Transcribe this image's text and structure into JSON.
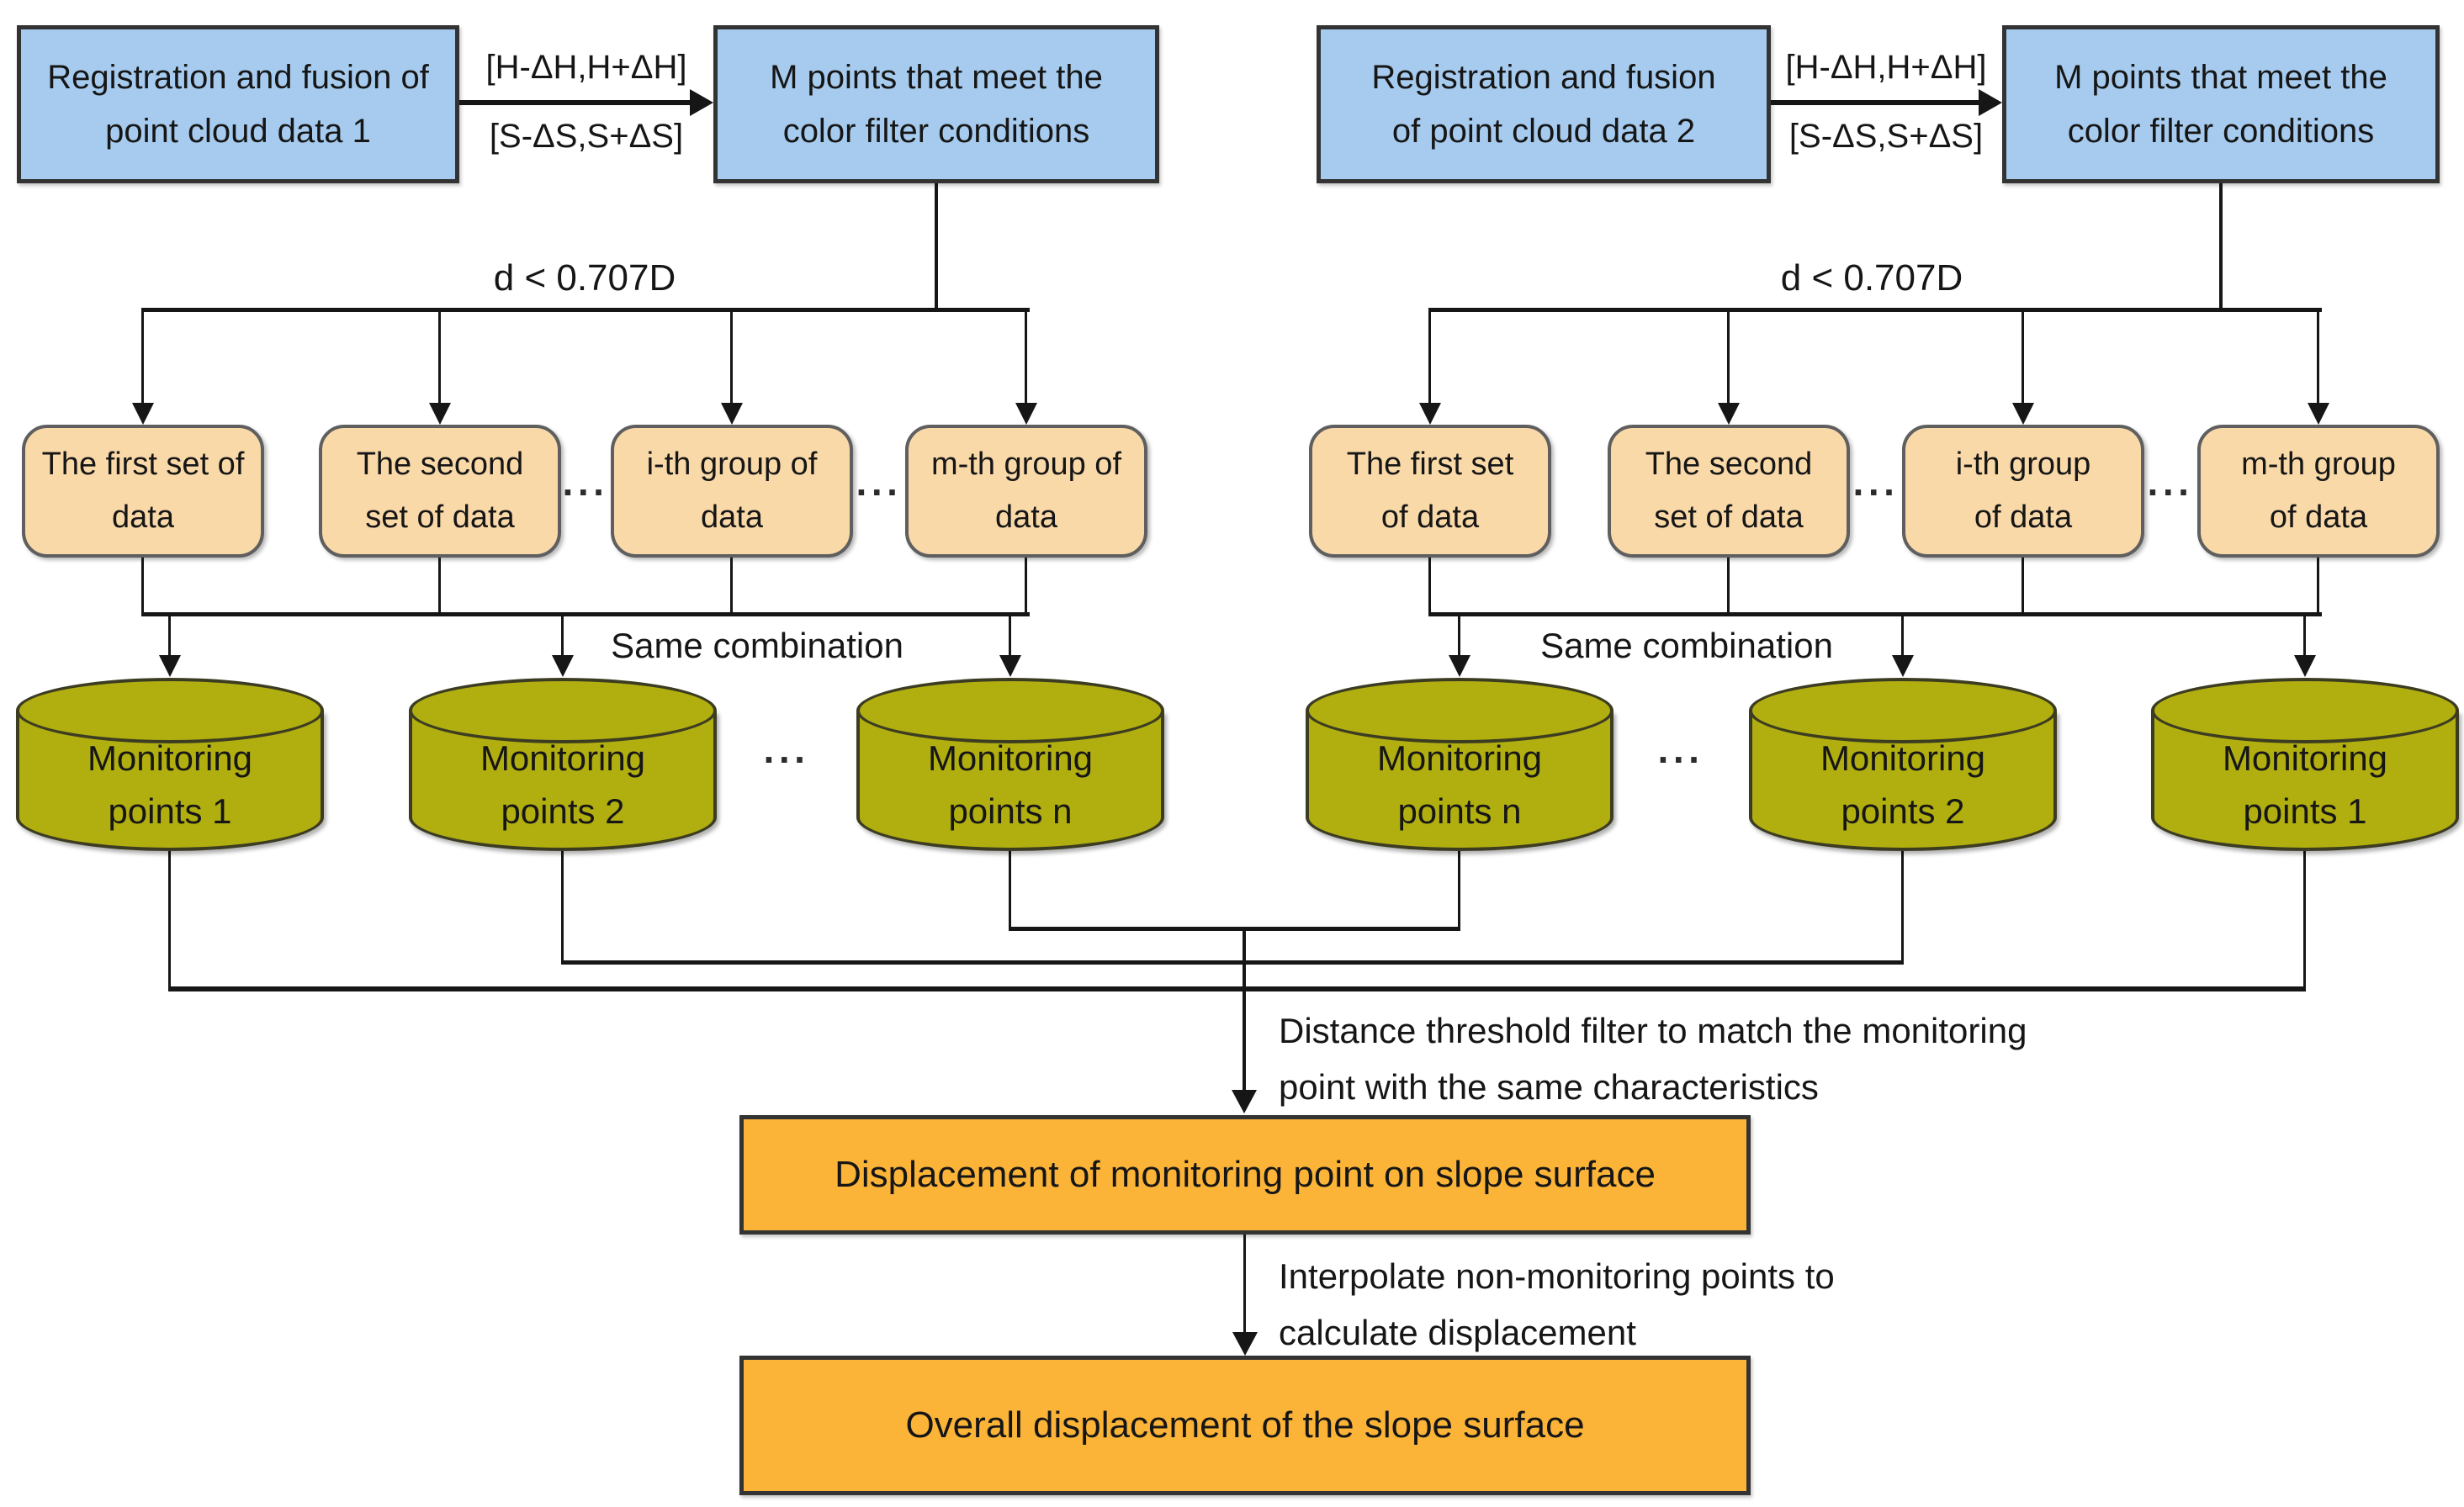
{
  "left": {
    "source_box": [
      "Registration and fusion of",
      "point cloud data 1"
    ],
    "interval_top": "[H-ΔH,H+ΔH]",
    "interval_bottom": "[S-ΔS,S+ΔS]",
    "filter_box": [
      "M points that meet the",
      "color filter conditions"
    ],
    "threshold_label": "d < 0.707D",
    "groups": [
      [
        "The first set of",
        "data"
      ],
      [
        "The second",
        "set of data"
      ],
      [
        "i-th group of",
        "data"
      ],
      [
        "m-th group of",
        "data"
      ]
    ],
    "ellipsis": "···",
    "same_combination_label": "Same combination",
    "cylinders": [
      [
        "Monitoring",
        "points 1"
      ],
      [
        "Monitoring",
        "points 2"
      ],
      [
        "Monitoring",
        "points n"
      ]
    ]
  },
  "right": {
    "source_box": [
      "Registration and fusion",
      "of point cloud data 2"
    ],
    "interval_top": "[H-ΔH,H+ΔH]",
    "interval_bottom": "[S-ΔS,S+ΔS]",
    "filter_box": [
      "M points that meet the",
      "color filter conditions"
    ],
    "threshold_label": "d < 0.707D",
    "groups": [
      [
        "The first set",
        "of data"
      ],
      [
        "The second",
        "set of data"
      ],
      [
        "i-th group",
        "of data"
      ],
      [
        "m-th group",
        "of data"
      ]
    ],
    "ellipsis": "···",
    "same_combination_label": "Same combination",
    "cylinders": [
      [
        "Monitoring",
        "points n"
      ],
      [
        "Monitoring",
        "points 2"
      ],
      [
        "Monitoring",
        "points 1"
      ]
    ]
  },
  "bottom": {
    "distance_label": [
      "Distance threshold filter to match the monitoring",
      "point with the same characteristics"
    ],
    "displacement_box_label": "Displacement of monitoring point on slope surface",
    "interpolate_label": [
      "Interpolate non-monitoring points to",
      "calculate displacement"
    ],
    "overall_box_label": "Overall displacement of the slope surface"
  },
  "colors": {
    "process_box": "#a6cbee",
    "group_box": "#fad9a9",
    "database": "#b1ae10",
    "result_box": "#fbb438",
    "connector": "#161616"
  }
}
